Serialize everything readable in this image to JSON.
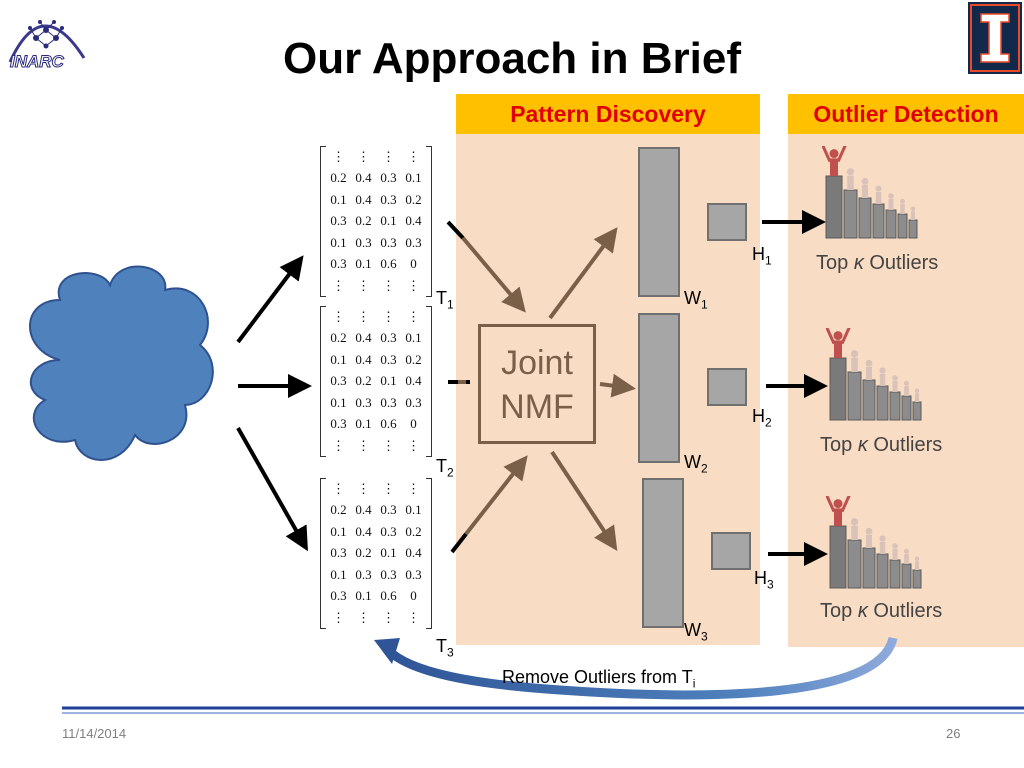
{
  "slide": {
    "title": "Our Approach in Brief",
    "logo_text": "INARC",
    "date": "11/14/2014",
    "page_number": "26"
  },
  "headers": {
    "pattern_discovery": "Pattern Discovery",
    "outlier_detection": "Outlier Detection"
  },
  "nmf": {
    "line1": "Joint",
    "line2": "NMF"
  },
  "matrix_rows": [
    [
      "⋮",
      "⋮",
      "⋮",
      "⋮"
    ],
    [
      "0.2",
      "0.4",
      "0.3",
      "0.1"
    ],
    [
      "0.1",
      "0.4",
      "0.3",
      "0.2"
    ],
    [
      "0.3",
      "0.2",
      "0.1",
      "0.4"
    ],
    [
      "0.1",
      "0.3",
      "0.3",
      "0.3"
    ],
    [
      "0.3",
      "0.1",
      "0.6",
      "0"
    ],
    [
      "⋮",
      "⋮",
      "⋮",
      "⋮"
    ]
  ],
  "labels": {
    "t": [
      "T",
      "1",
      "T",
      "2",
      "T",
      "3"
    ],
    "w": [
      "W",
      "1",
      "W",
      "2",
      "W",
      "3"
    ],
    "h": [
      "H",
      "1",
      "H",
      "2",
      "H",
      "3"
    ]
  },
  "outliers": {
    "prefix": "Top ",
    "kappa": "κ",
    "suffix": " Outliers"
  },
  "remove_text": {
    "main": "Remove Outliers from T",
    "sub": "i"
  },
  "colors": {
    "header_bg": "#ffc000",
    "header_text": "#e00000",
    "panel_bg": "#f9dcc4",
    "cloud": "#4f81bd",
    "nmf_brown": "#7b6049",
    "footer_line": "#1f3f99"
  }
}
